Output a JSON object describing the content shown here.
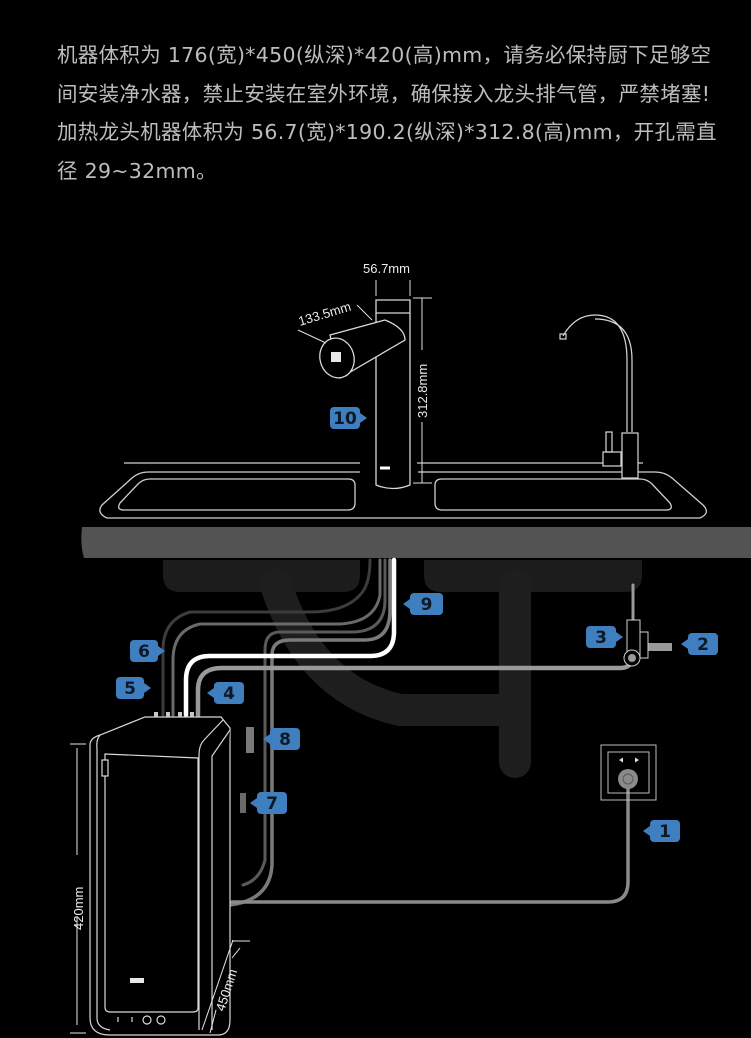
{
  "intro": {
    "paragraphs": [
      "机器体积为 176(宽)*450(纵深)*420(高)mm，请务必保持厨下足够空间安装净水器，禁止安装在室外环境，确保接入龙头排气管，严禁堵塞!",
      "加热龙头机器体积为 56.7(宽)*190.2(纵深)*312.8(高)mm，开孔需直径 29~32mm。"
    ]
  },
  "dimensions": {
    "faucet_width": "56.7mm",
    "faucet_spout": "133.5mm",
    "faucet_height": "312.8mm",
    "unit_height": "420mm",
    "unit_depth": "450mm"
  },
  "callouts": [
    {
      "id": "1",
      "label": "1",
      "target": "power-cord"
    },
    {
      "id": "2",
      "label": "2",
      "target": "water-inlet"
    },
    {
      "id": "3",
      "label": "3",
      "target": "inlet-valve"
    },
    {
      "id": "4",
      "label": "4",
      "target": "inlet-pipe"
    },
    {
      "id": "5",
      "label": "5",
      "target": "pipe-5"
    },
    {
      "id": "6",
      "label": "6",
      "target": "pipe-6"
    },
    {
      "id": "7",
      "label": "7",
      "target": "drain-connector"
    },
    {
      "id": "8",
      "label": "8",
      "target": "wastewater-connector"
    },
    {
      "id": "9",
      "label": "9",
      "target": "faucet-supply-pipe"
    },
    {
      "id": "10",
      "label": "10",
      "target": "heating-faucet"
    }
  ],
  "colors": {
    "callout_fill": "#3f7fc0",
    "callout_text": "#0d1a26",
    "countertop": "#535353",
    "sink_bowl": "#1c1c1c",
    "pipe_white": "#ffffff",
    "pipe_light": "#9a9a9a",
    "pipe_mid": "#6a6a6a",
    "pipe_dark": "#3c3c3c",
    "outline": "#d8d8d8"
  }
}
